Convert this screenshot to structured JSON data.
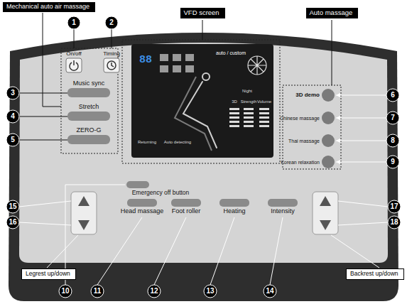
{
  "diagram": {
    "nodes": [
      {
        "text": [
          "Mechanical auto air massage"
        ]
      },
      {
        "text": [
          "VFD screen"
        ]
      },
      {
        "text": [
          "Auto massage"
        ]
      },
      {
        "text": [
          "Legrest up/down"
        ]
      },
      {
        "text": [
          "Backrest up/down"
        ]
      }
    ],
    "labels": [
      "1",
      "2",
      "3",
      "4",
      "5",
      "6",
      "7",
      "8",
      "9",
      "10",
      "11",
      "12",
      "13",
      "14",
      "15",
      "16",
      "17",
      "18",
      "On/off",
      "Timing",
      "Music sync",
      "Stretch",
      "ZERO-G",
      "3D demo",
      "Chinese massage",
      "Thai massage",
      "Korean relaxation",
      "Emergency off button",
      "Head massage",
      "Foot roller",
      "Heating",
      "Intensity",
      "88",
      "auto / custom",
      "Returning",
      "Auto detecting",
      "Night",
      "3D",
      "Strength",
      "Volume"
    ]
  }
}
